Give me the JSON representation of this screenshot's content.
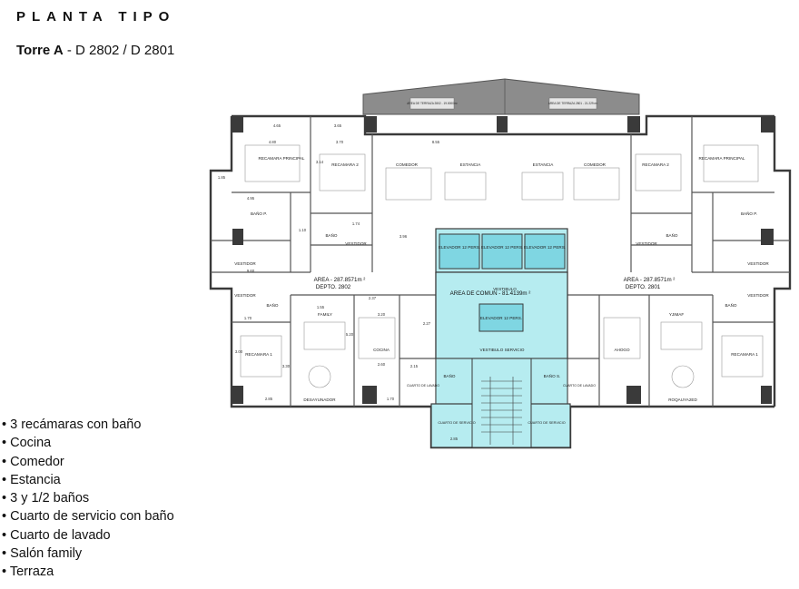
{
  "header": {
    "title": "PLANTA TIPO",
    "tower": "Torre A",
    "units": " - D 2802 / D 2801"
  },
  "features": [
    "3 recámaras con baño",
    "Cocina",
    "Comedor",
    "Estancia",
    "3 y 1/2 baños",
    "Cuarto de servicio con baño",
    "Cuarto de lavado",
    "Salón family",
    "Terraza"
  ],
  "plan": {
    "colors": {
      "wall": "#3a3a3a",
      "terrace": "#8c8c8c",
      "common": "#b6ecf0",
      "elevator": "#7fd6e2",
      "line": "#9a9a9a"
    },
    "terrace_left": "AREA DE TERRAZA 2802 - 19.0000m²",
    "terrace_right": "AREA DE TERRAZA 2801 - 21.229 m²",
    "common_area": "AREA DE COMUN - 81.4139m ²",
    "vestibulo": "VESTIBULO",
    "vestibulo_servicio": "VESTIBULO SERVICIO",
    "left_unit": {
      "area": "AREA - 287.8571m ²",
      "depto": "DEPTO. 2802"
    },
    "right_unit": {
      "area": "AREA - 287.8571m ²",
      "depto": "DEPTO. 2801"
    },
    "elevators": [
      "ELEVADOR 12 PERS.",
      "ELEVADOR 12 PERS.",
      "ELEVADOR 12 PERS.",
      "ELEVADOR 12 PERS."
    ],
    "rooms": {
      "recamara_principal": "RECAMARA PRINCIPAL",
      "recamara_2": "RECAMARA 2",
      "recamara_1": "RECAMARA 1",
      "comedor": "COMEDOR",
      "estancia": "ESTANCIA",
      "bano_p": "BAÑO P.",
      "bano": "BAÑO",
      "vestidor": "VESTIDOR",
      "family": "FAMILY",
      "cocina": "COCINA",
      "desayunador": "DESAYUNADOR",
      "desayunador_mirrored": "ROQAUYA2ED",
      "family_mirrored": "YJIMAF",
      "cuarto_servicio": "CUARTO DE SERVICIO",
      "cuarto_lavado": "CUARTO DE LAVADO",
      "bano_s": "BAÑO S.",
      "cuarto_lavado_r": "CUARTO DE LAVADO",
      "ahogo": "AHOGO"
    },
    "dims": [
      "4.65",
      "3.65",
      "3.70",
      "8.55",
      "4.80",
      "1.85",
      "4.95",
      "3.96",
      "3.20",
      "1.10",
      "2.85",
      "5.20",
      "2.60",
      "1.70",
      "1.55",
      "3.30",
      "2.85",
      "2.37",
      "3.14",
      "1.74",
      "9.60",
      "1.70",
      "3.00",
      "2.27",
      "2.15"
    ]
  }
}
